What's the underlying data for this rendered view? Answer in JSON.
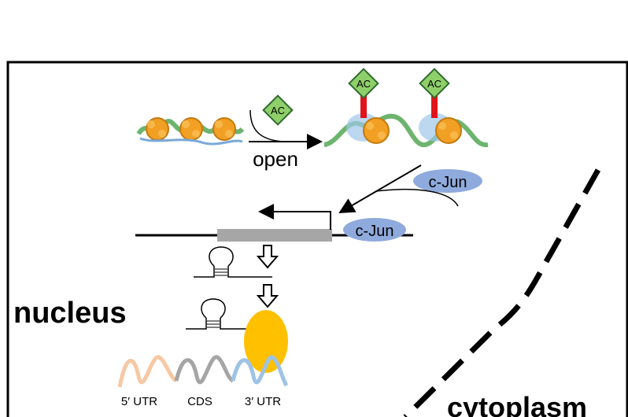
{
  "labels": {
    "ac_marker": "AC",
    "open": "open",
    "cjun": "c-Jun",
    "nucleus": "nucleus",
    "cytoplasm": "cytoplasm",
    "utr5": "5′ UTR",
    "cds": "CDS",
    "utr3": "3′ UTR"
  },
  "colors": {
    "background": "#ffffff",
    "border": "#000000",
    "ac_diamond": "#8fcf6a",
    "ac_stem": "#e0141c",
    "histone_orange": "#f2a024",
    "dna_green": "#6db46e",
    "cjun_oval": "#8faadc",
    "gene_box": "#a6a6a6",
    "ribosome": "#ffc000",
    "utr5_wave": "#f6c8a3",
    "cds_wave": "#a5a5a5",
    "utr3_wave": "#9dc3e6"
  },
  "icons": {
    "nucleosome": "nucleosome-icon",
    "acetyl_marker": "acetyl-diamond-icon",
    "hairpin": "rna-hairpin-icon",
    "down_arrow": "hollow-down-arrow-icon",
    "ribosome": "ribosome-icon"
  }
}
